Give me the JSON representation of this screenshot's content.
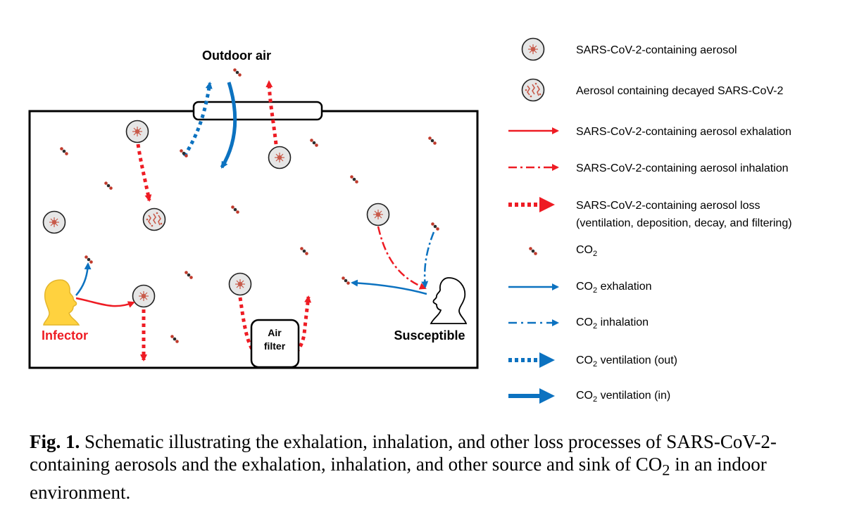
{
  "labels": {
    "outdoor_air": "Outdoor air",
    "infector": "Infector",
    "susceptible": "Susceptible",
    "air_filter_line1": "Air",
    "air_filter_line2": "filter"
  },
  "legend": [
    {
      "key": "aerosol",
      "text": "SARS-CoV-2-containing aerosol"
    },
    {
      "key": "decayed",
      "text": "Aerosol containing decayed SARS-CoV-2"
    },
    {
      "key": "exhale",
      "text": "SARS-CoV-2-containing aerosol exhalation"
    },
    {
      "key": "inhale",
      "text": "SARS-CoV-2-containing aerosol inhalation"
    },
    {
      "key": "loss",
      "text": "SARS-CoV-2-containing aerosol loss",
      "text2": "(ventilation, deposition, decay, and filtering)"
    },
    {
      "key": "co2",
      "text": "CO",
      "sub": "2",
      "after": ""
    },
    {
      "key": "co2_exhale",
      "text": "CO",
      "sub": "2",
      "after": " exhalation"
    },
    {
      "key": "co2_inhale",
      "text": "CO",
      "sub": "2",
      "after": " inhalation"
    },
    {
      "key": "co2_vent_out",
      "text": "CO",
      "sub": "2",
      "after": " ventilation (out)"
    },
    {
      "key": "co2_vent_in",
      "text": "CO",
      "sub": "2",
      "after": " ventilation (in)"
    }
  ],
  "caption": {
    "bold": "Fig. 1.",
    "text": " Schematic illustrating the exhalation, inhalation, and other loss processes of SARS-CoV-2-containing aerosols and the exhalation, inhalation, and other source and sink of CO",
    "sub": "2",
    "tail": " in an indoor environment."
  },
  "colors": {
    "red": "#ee1c24",
    "blue": "#0c72c0",
    "virus": "#c85a4a",
    "particle_fill": "#e6e6e6",
    "head_yellow": "#ffd23f"
  }
}
